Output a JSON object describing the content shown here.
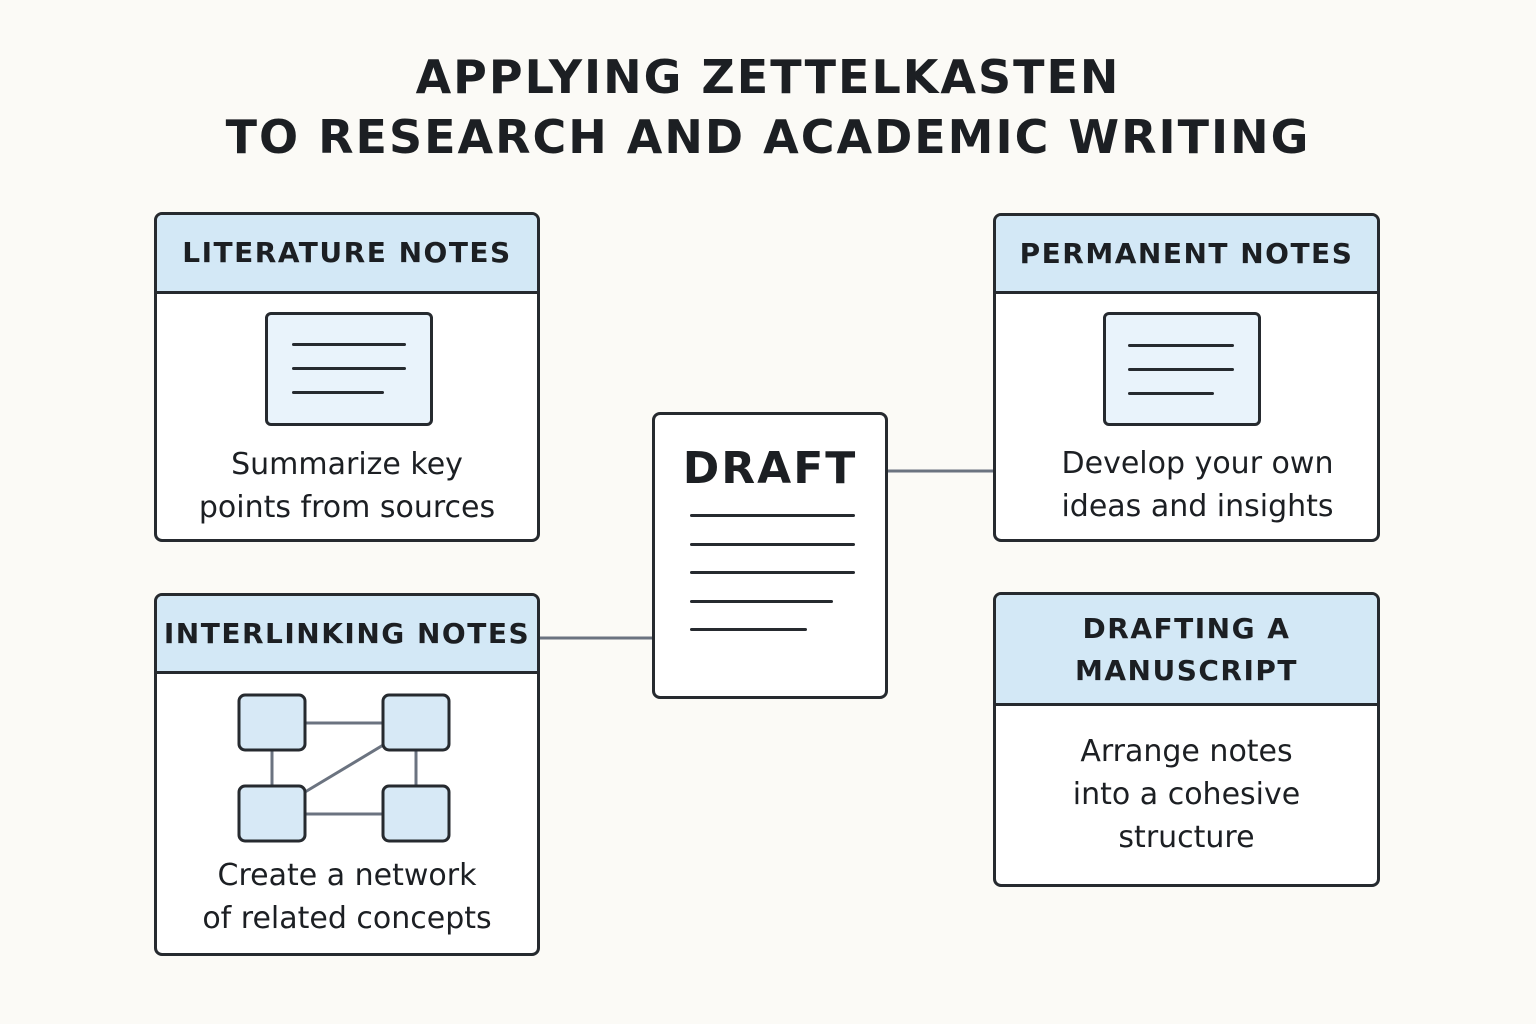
{
  "title": {
    "line1": "APPLYING ZETTELKASTEN",
    "line2": "TO RESEARCH AND ACADEMIC WRITING"
  },
  "cards": {
    "literature": {
      "title": "LITERATURE NOTES",
      "text_line1": "Summarize key",
      "text_line2": "points from sources"
    },
    "permanent": {
      "title": "PERMANENT NOTES",
      "text_line1": "Develop your own",
      "text_line2": "ideas and insights"
    },
    "interlinking": {
      "title": "INTERLINKING NOTES",
      "text_line1": "Create a network",
      "text_line2": "of related concepts"
    },
    "drafting": {
      "title_line1": "DRAFTING A",
      "title_line2": "MANUSCRIPT",
      "text_line1": "Arrange notes",
      "text_line2": "into a cohesive",
      "text_line3": "structure"
    }
  },
  "center": {
    "label": "DRAFT"
  },
  "colors": {
    "background": "#fbfaf6",
    "header_fill": "#d3e8f6",
    "icon_fill": "#e9f3fb",
    "node_fill": "#d7e9f6",
    "stroke": "#262a2f",
    "connector": "#6b7380"
  },
  "icons": {
    "note": "document-lines-icon",
    "network": "linked-nodes-icon"
  }
}
